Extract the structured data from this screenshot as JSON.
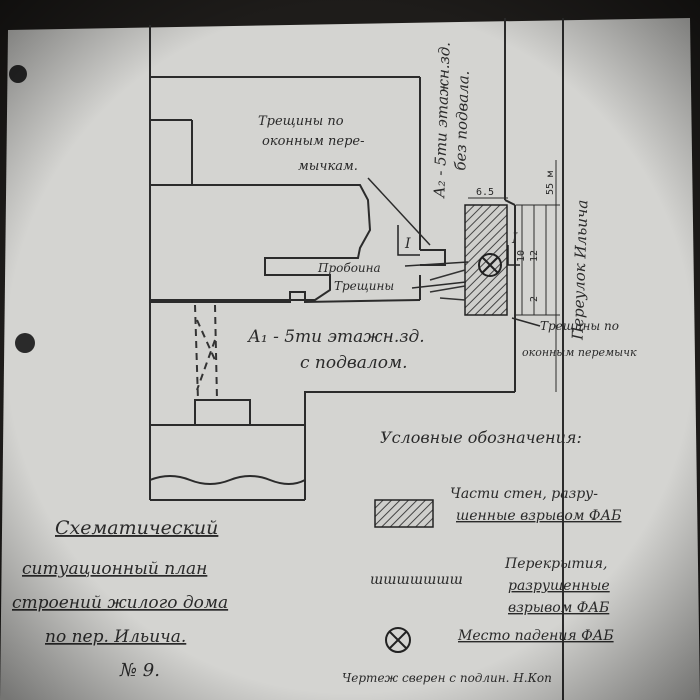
{
  "labels": {
    "a2_line1": "А₂ - 5ти этажн.зд.",
    "a2_line2": "без подвала.",
    "a1_line1": "А₁ - 5ти этажн.зд.",
    "a1_line2": "с подвалом.",
    "cracks_windows_1a": "Трещины по",
    "cracks_windows_1b": "оконным пере-",
    "cracks_windows_1c": "мычкам.",
    "breach": "Пробоина",
    "cracks": "Трещины",
    "cracks_windows_2a": "Трещины по",
    "cracks_windows_2b": "оконным перемычк",
    "street": "Переулок Ильича",
    "section_mark": "I",
    "top_dim": "6.5",
    "dim_55": "55 м",
    "dim_12": "12",
    "dim_10": "10",
    "dim_2": "2"
  },
  "legend": {
    "title": "Условные обозначения:",
    "wall_line1": "Части стен, разру-",
    "wall_line2": "шенные взрывом ФАБ",
    "floor_symbol": "ɯɯɯɯɯɯɯ",
    "floor_line1": "Перекрытия,",
    "floor_line2": "разрушенные",
    "floor_line3": "взрывом ФАБ",
    "impact": "Место падения ФАБ"
  },
  "title_block": {
    "line1": "Схематический",
    "line2": "ситуационный план",
    "line3": "строений жилого дома",
    "line4": "по пер. Ильича.",
    "number": "№ 9."
  },
  "footer": "Чертеж сверен с подлин. Н.Коп"
}
